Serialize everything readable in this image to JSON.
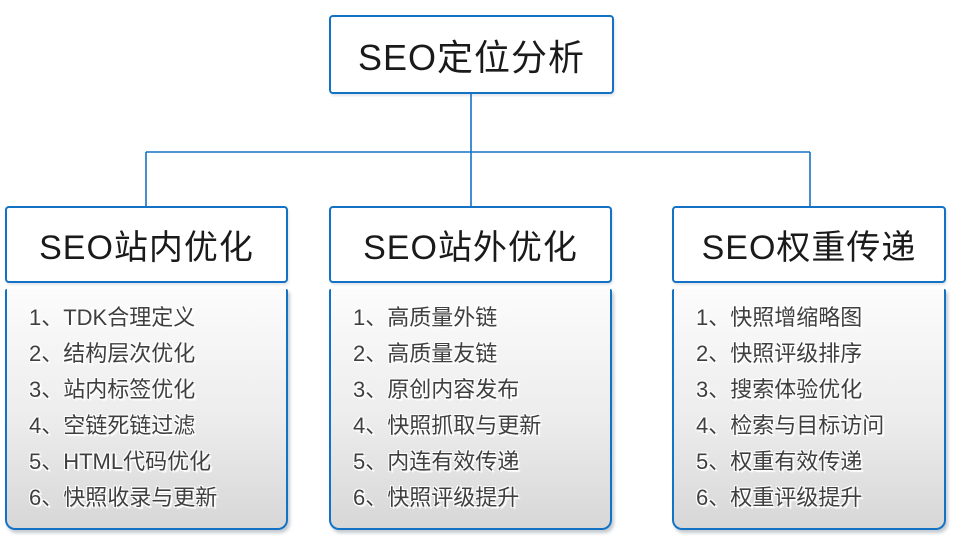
{
  "diagram": {
    "root": {
      "label": "SEO定位分析"
    },
    "columns": [
      {
        "header": "SEO站内优化",
        "items": [
          "1、TDK合理定义",
          "2、结构层次优化",
          "3、站内标签优化",
          "4、空链死链过滤",
          "5、HTML代码优化",
          "6、快照收录与更新"
        ]
      },
      {
        "header": "SEO站外优化",
        "items": [
          "1、高质量外链",
          "2、高质量友链",
          "3、原创内容发布",
          "4、快照抓取与更新",
          "5、内连有效传递",
          "6、快照评级提升"
        ]
      },
      {
        "header": "SEO权重传递",
        "items": [
          "1、快照增缩略图",
          "2、快照评级排序",
          "3、搜索体验优化",
          "4、检索与目标访问",
          "5、权重有效传递",
          "6、权重评级提升"
        ]
      }
    ],
    "colors": {
      "accent_blue": "#1372c4",
      "panel_gradient_top": "#fcfcfc",
      "panel_gradient_bottom": "#d7d7d7",
      "item_text": "#3f3f3f",
      "header_text": "#1a1a1a"
    }
  }
}
